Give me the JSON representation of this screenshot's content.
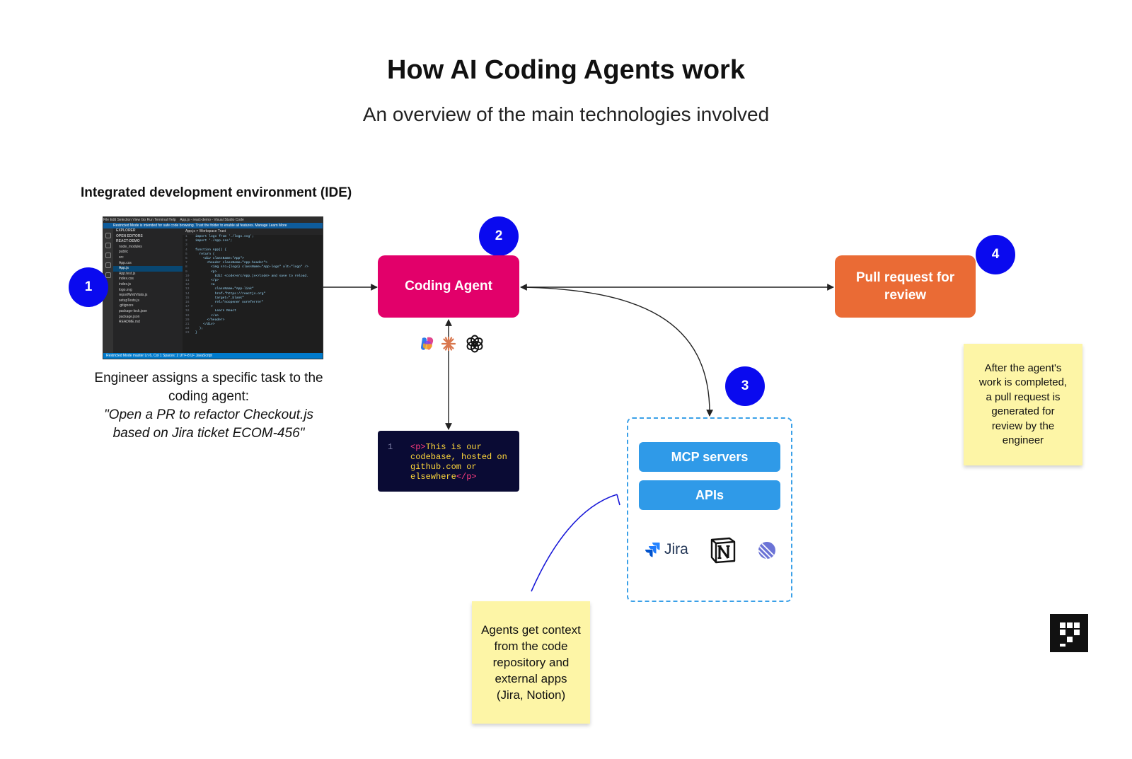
{
  "header": {
    "title": "How AI Coding Agents work",
    "subtitle": "An overview of the main technologies involved"
  },
  "ide": {
    "heading": "Integrated development environment (IDE)",
    "window_title": "App.js - react-demo - Visual Studio Code",
    "menu": "File  Edit  Selection  View  Go  Run  Terminal  Help",
    "banner": "Restricted Mode is intended for safe code browsing. Trust the folder to enable all features.  Manage  Learn More",
    "explorer_title": "EXPLORER",
    "tabs": "App.js   ×   Workspace Trust",
    "files": [
      "OPEN EDITORS",
      "REACT-DEMO",
      "node_modules",
      "public",
      "src",
      "App.css",
      "App.js",
      "App.test.js",
      "index.css",
      "index.js",
      "logo.svg",
      "reportWebVitals.js",
      "setupTests.js",
      ".gitignore",
      "package-lock.json",
      "package.json",
      "README.md"
    ],
    "selected_file": "App.js",
    "code_lines": [
      "import logo from './logo.svg';",
      "import './App.css';",
      "",
      "function App() {",
      "  return (",
      "    <div className=\"App\">",
      "      <header className=\"App-header\">",
      "        <img src={logo} className=\"App-logo\" alt=\"logo\" />",
      "        <p>",
      "          Edit <code>src/App.js</code> and save to reload.",
      "        </p>",
      "        <a",
      "          className=\"App-link\"",
      "          href=\"https://reactjs.org\"",
      "          target=\"_blank\"",
      "          rel=\"noopener noreferrer\"",
      "        >",
      "          Learn React",
      "        </a>",
      "      </header>",
      "    </div>",
      "  );",
      "}"
    ],
    "status": "Restricted Mode   master   Ln 6, Col 1   Spaces: 2   UTF-8   LF   JavaScript"
  },
  "steps": {
    "one": "1",
    "two": "2",
    "three": "3",
    "four": "4"
  },
  "ide_caption": {
    "line1": "Engineer assigns a specific task to the coding agent:",
    "quote": "\"Open a PR to refactor Checkout.js based on Jira ticket ECOM-456\""
  },
  "coding_agent": {
    "label": "Coding Agent"
  },
  "pull_request": {
    "label": "Pull request for review"
  },
  "codebase": {
    "line_number": "1",
    "open_tag": "<p>",
    "text": "This is our codebase, hosted on github.com or elsewhere",
    "close_tag": "</p>"
  },
  "tools": {
    "mcp": "MCP servers",
    "apis": "APIs",
    "jira": "Jira",
    "logos": [
      "jira-icon",
      "notion-icon",
      "linear-icon"
    ]
  },
  "notes": {
    "pr": "After the agent's work is completed, a pull request is generated for review by the engineer",
    "context": "Agents get context from the code repository and external apps (Jira, Notion)"
  },
  "colors": {
    "coding_agent": "#e2006a",
    "pull_request": "#ea6b35",
    "badge": "#0a0aef",
    "pill": "#2f9ae8",
    "sticky_note": "#fdf5a6",
    "codebase_bg": "#0a0b34"
  }
}
